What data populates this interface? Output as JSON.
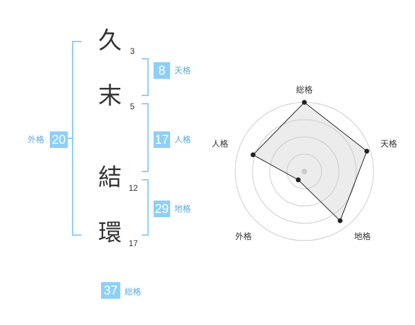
{
  "name": {
    "chars": [
      {
        "char": "久",
        "strokes": "3"
      },
      {
        "char": "末",
        "strokes": "5"
      },
      {
        "char": "結",
        "strokes": "12"
      },
      {
        "char": "環",
        "strokes": "17"
      }
    ]
  },
  "fortune": {
    "tenkaku": {
      "value": "8",
      "label": "天格"
    },
    "jinkaku": {
      "value": "17",
      "label": "人格"
    },
    "chikaku": {
      "value": "29",
      "label": "地格"
    },
    "gaikaku": {
      "value": "20",
      "label": "外格"
    },
    "soukaku": {
      "value": "37",
      "label": "総格"
    }
  },
  "colors": {
    "accent": "#8fcff5",
    "label": "#5aaadf",
    "bracket": "#8fcff5"
  },
  "chart_data": {
    "type": "radar",
    "axes": [
      "総格",
      "天格",
      "地格",
      "外格",
      "人格"
    ],
    "values": [
      1.0,
      0.95,
      0.88,
      0.15,
      0.78
    ],
    "range": [
      0,
      1
    ],
    "rings": 4
  }
}
